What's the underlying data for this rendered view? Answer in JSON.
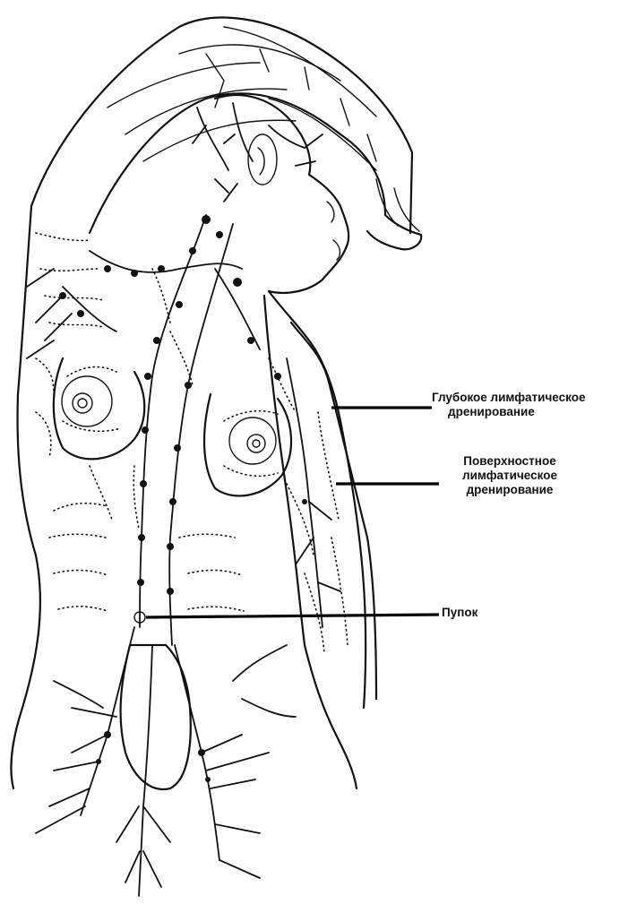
{
  "labels": {
    "deep": {
      "line1": "Глубокое лимфатическое",
      "line2": "дренирование"
    },
    "superficial": {
      "line1": "Поверхностное",
      "line2": "лимфатическое",
      "line3": "дренирование"
    },
    "navel": "Пупок"
  }
}
